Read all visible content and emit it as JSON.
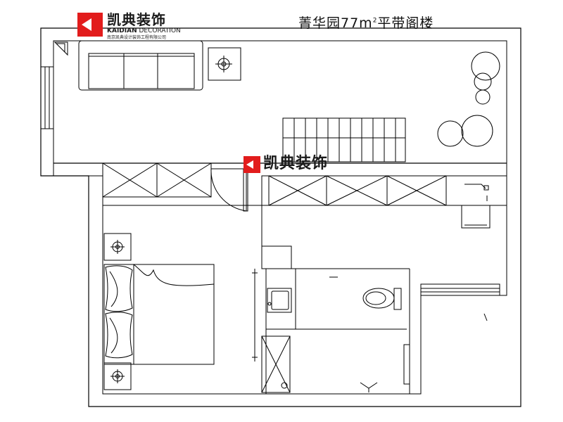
{
  "title": {
    "text": "菁华园77m",
    "superscript": "2",
    "suffix": "平带阁楼"
  },
  "logo_top": {
    "brand": "凯典装饰",
    "english_a": "KAIDIAN",
    "english_b": " DECORATION",
    "company": "南京凯典设计装饰工程有限公司",
    "color": "#e21c1c"
  },
  "logo_watermark": {
    "brand": "凯典装饰",
    "color": "#e21c1c"
  },
  "drawing": {
    "line_color": "#000000",
    "symbols": [
      "sofa",
      "floor-lamp",
      "round-table",
      "round-chairs",
      "staircase",
      "wardrobe",
      "desk",
      "chair",
      "bed",
      "pillows",
      "bedside-lamp",
      "washbasin",
      "toilet",
      "shower",
      "door-swing",
      "window"
    ]
  }
}
